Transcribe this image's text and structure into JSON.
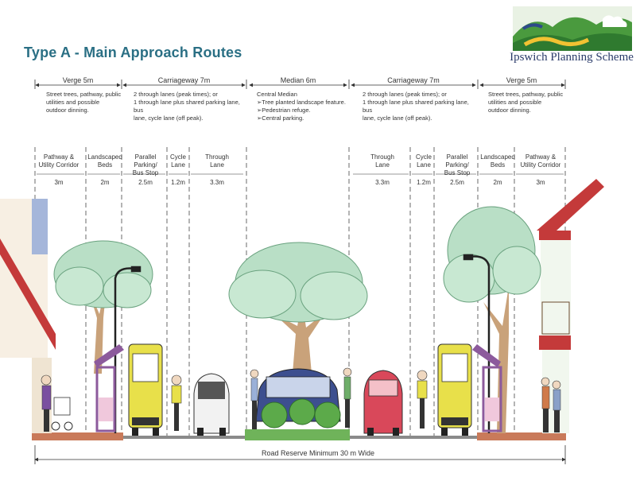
{
  "title": "Type A - Main Approach Routes",
  "logo": {
    "text": "Ipswich Planning Scheme"
  },
  "zones": [
    {
      "label": "Verge 5m",
      "desc": "Street trees, pathway, public\nutilities and possible\noutdoor dinning."
    },
    {
      "label": "Carriageway 7m",
      "desc": "2 through lanes (peak times); or\n1 through lane plus shared parking lane, bus\nlane, cycle lane (off peak)."
    },
    {
      "label": "Median 6m",
      "desc": "Central Median\n➢Tree planted landscape feature.\n➢Pedestrian refuge.\n➢Central parking."
    },
    {
      "label": "Carriageway 7m",
      "desc": "2 through lanes (peak times); or\n1 through lane plus shared parking lane, bus\nlane, cycle lane (off peak)."
    },
    {
      "label": "Verge 5m",
      "desc": "Street trees, pathway, public\nutilities and possible\noutdoor dinning."
    }
  ],
  "lanes": [
    {
      "name": "Pathway &\nUtility Corridor",
      "width": "3m"
    },
    {
      "name": "Landscaped\nBeds",
      "width": "2m"
    },
    {
      "name": "Parallel Parking/\nBus Stop",
      "width": "2.5m"
    },
    {
      "name": "Cycle\nLane",
      "width": "1.2m"
    },
    {
      "name": "Through\nLane",
      "width": "3.3m"
    },
    {
      "name": "Through\nLane",
      "width": "3.3m"
    },
    {
      "name": "Cycle\nLane",
      "width": "1.2m"
    },
    {
      "name": "Parallel Parking/\nBus Stop",
      "width": "2.5m"
    },
    {
      "name": "Landscaped\nBeds",
      "width": "2m"
    },
    {
      "name": "Pathway &\nUtility Corridor",
      "width": "3m"
    }
  ],
  "reserve_label": "Road Reserve Minimum 30 m Wide",
  "colors": {
    "title": "#2a6f84",
    "tree_foliage": "#b9dfc6",
    "tree_trunk": "#c9a27a",
    "bus": "#e8e04a",
    "car_center": "#3d4f8f",
    "car_red": "#d9485a",
    "car_white": "#f2f2f2",
    "ground_verge": "#c97a5a",
    "median_grass": "#6fb35a",
    "building_roof": "#c43a3a",
    "lamp": "#222222"
  }
}
